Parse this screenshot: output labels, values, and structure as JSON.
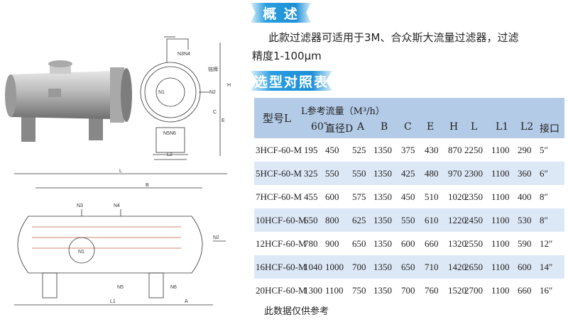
{
  "overview": {
    "title": "概 述",
    "text_line1": "此款过滤器可适用于3M、合众斯大流量过滤器，过滤",
    "text_line2": "精度1-100μm"
  },
  "selection": {
    "title": "选型对照表",
    "header": {
      "model": "型号L",
      "flow": "L参考流量（M³/h）",
      "cols": [
        "60″",
        "直径D",
        "A",
        "B",
        "C",
        "E",
        "H",
        "L",
        "L1",
        "L2",
        "接口"
      ]
    },
    "rows": [
      [
        "3HCF-60-M",
        "195",
        "450",
        "525",
        "1350",
        "375",
        "430",
        "870",
        "2250",
        "1100",
        "290",
        "5″"
      ],
      [
        "5HCF-60-M",
        "325",
        "550",
        "550",
        "1350",
        "425",
        "480",
        "970",
        "2300",
        "1100",
        "360",
        "6″"
      ],
      [
        "7HCF-60-M",
        "455",
        "600",
        "575",
        "1350",
        "450",
        "510",
        "1020",
        "2350",
        "1100",
        "400",
        "8″"
      ],
      [
        "10HCF-60-M",
        "650",
        "800",
        "625",
        "1350",
        "550",
        "610",
        "1220",
        "2450",
        "1100",
        "530",
        "8″"
      ],
      [
        "12HCF-60-M",
        "780",
        "900",
        "650",
        "1350",
        "600",
        "660",
        "1320",
        "2550",
        "1100",
        "590",
        "12″"
      ],
      [
        "16HCF-60-M",
        "1040",
        "1000",
        "700",
        "1350",
        "650",
        "710",
        "1420",
        "2650",
        "1100",
        "600",
        "14″"
      ],
      [
        "20HCF-60-M",
        "1300",
        "1100",
        "750",
        "1350",
        "700",
        "760",
        "1520",
        "2700",
        "1100",
        "660",
        "16″"
      ]
    ],
    "note": "此数据仅供参考"
  },
  "drawing_labels": {
    "side": {
      "n3n4": "N3N4",
      "nameplate": "铭牌",
      "n1": "N1",
      "n2": "N2",
      "h": "H",
      "c": "C",
      "e": "E",
      "n5n6": "N5N6",
      "l2": "L2"
    },
    "front": {
      "l": "L",
      "b": "B",
      "n3": "N3",
      "n4": "N4",
      "n1": "N1",
      "n2": "N2",
      "n5": "N5",
      "n6": "N6",
      "l1": "L1",
      "a": "A"
    }
  }
}
